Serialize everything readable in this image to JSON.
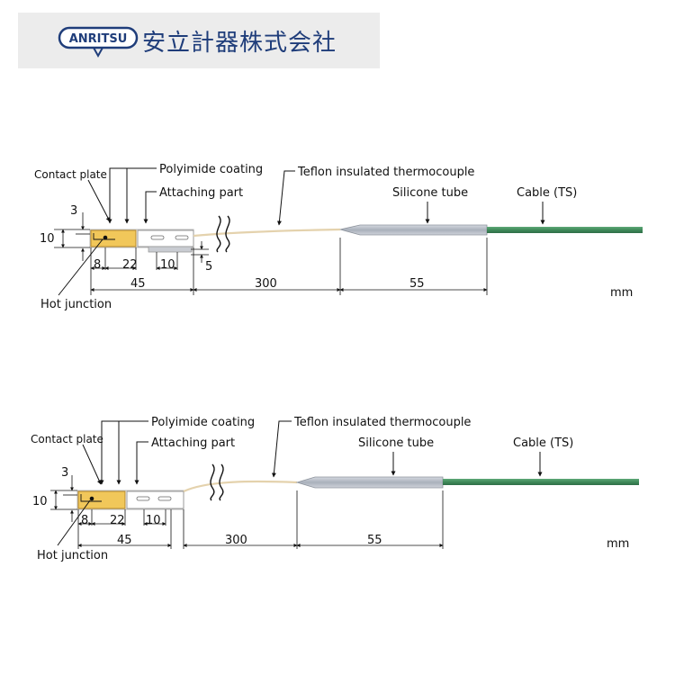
{
  "header": {
    "logo_text": "ANRITSU",
    "company_name": "安立計器株式会社"
  },
  "diagrams": [
    {
      "labels": {
        "contact_plate": "Contact plate",
        "polyimide_coating": "Polyimide coating",
        "teflon_thermocouple": "Teflon insulated thermocouple",
        "attaching_part": "Attaching part",
        "silicone_tube": "Silicone tube",
        "cable": "Cable (TS)",
        "hot_junction": "Hot junction"
      },
      "dims": {
        "d3": "3",
        "d10": "10",
        "d8": "8",
        "d22": "22",
        "d10b": "10",
        "d5": "5",
        "d45": "45",
        "d300": "300",
        "d55": "55"
      },
      "unit": "mm"
    },
    {
      "labels": {
        "contact_plate": "Contact plate",
        "polyimide_coating": "Polyimide coating",
        "teflon_thermocouple": "Teflon insulated thermocouple",
        "attaching_part": "Attaching part",
        "silicone_tube": "Silicone tube",
        "cable": "Cable (TS)",
        "hot_junction": "Hot junction"
      },
      "dims": {
        "d3": "3",
        "d10": "10",
        "d8": "8",
        "d22": "22",
        "d10b": "10",
        "d45": "45",
        "d300": "300",
        "d55": "55"
      },
      "unit": "mm"
    }
  ],
  "colors": {
    "brand_blue": "#1f3d7a",
    "contact_plate": "#f1c75a",
    "cable_green": "#3f8a5a",
    "silicone_tube": "#b8bec8"
  }
}
